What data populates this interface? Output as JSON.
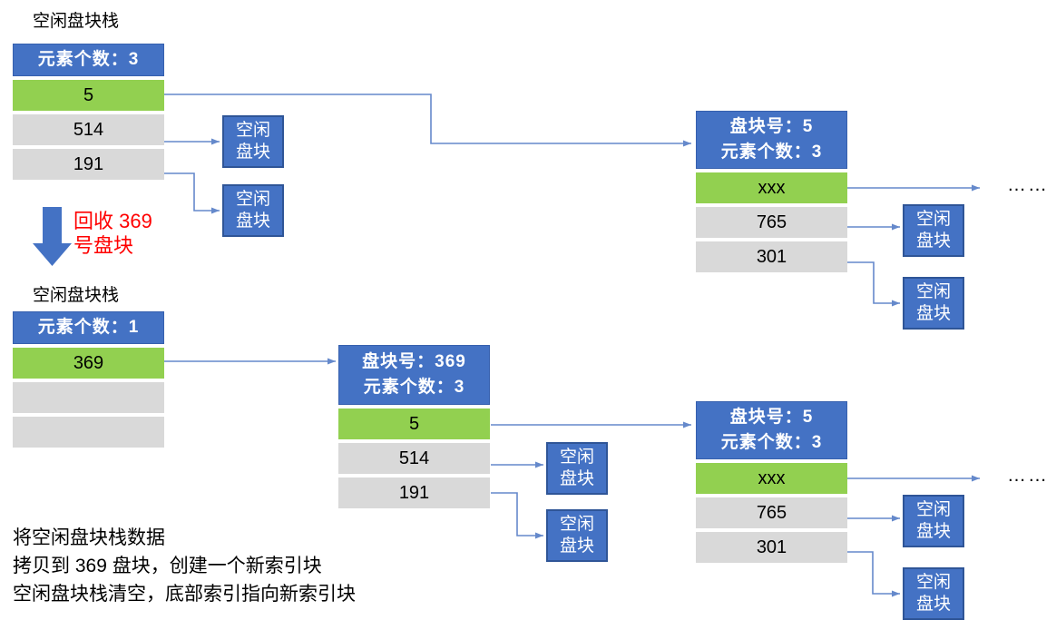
{
  "colors": {
    "box_blue": "#4472C4",
    "box_blue_border": "#2F5597",
    "row_green": "#92D050",
    "row_gray": "#D9D9D9",
    "arrow_blue": "#6589CB",
    "note_red": "#FF0000"
  },
  "stage1": {
    "title": "空闲盘块栈",
    "stack": {
      "header": "元素个数：3",
      "rows": [
        "5",
        "514",
        "191"
      ]
    }
  },
  "recycle": {
    "text_line1": "回收 369",
    "text_line2": "号盘块"
  },
  "stage2": {
    "title": "空闲盘块栈",
    "stack": {
      "header": "元素个数：1",
      "rows": [
        "369",
        "",
        ""
      ]
    }
  },
  "index_block_369": {
    "header1": "盘块号：369",
    "header2": "元素个数：3",
    "rows": [
      "5",
      "514",
      "191"
    ]
  },
  "index_block_5_top": {
    "header1": "盘块号：5",
    "header2": "元素个数：3",
    "rows": [
      "xxx",
      "765",
      "301"
    ]
  },
  "index_block_5_bottom": {
    "header1": "盘块号：5",
    "header2": "元素个数：3",
    "rows": [
      "xxx",
      "765",
      "301"
    ]
  },
  "free_block_label": {
    "line1": "空闲",
    "line2": "盘块"
  },
  "ellipsis_top": "……",
  "ellipsis_bottom": "……",
  "caption": [
    "将空闲盘块栈数据",
    "拷贝到 369 盘块，创建一个新索引块",
    "空闲盘块栈清空，底部索引指向新索引块"
  ]
}
